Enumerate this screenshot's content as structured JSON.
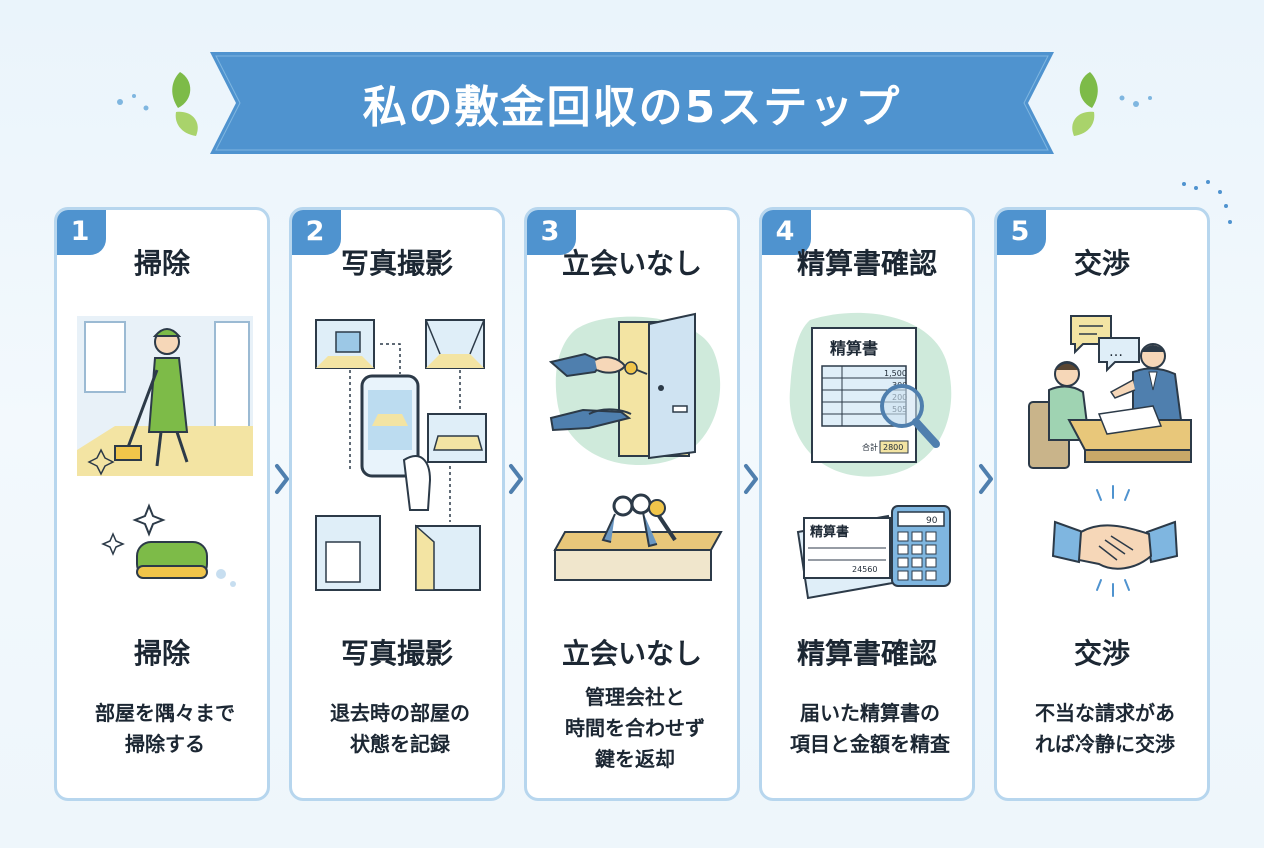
{
  "banner": {
    "title": "私の敷金回収の5ステップ"
  },
  "colors": {
    "accent": "#4f93cf",
    "card_border": "#b7d6ee",
    "leaf": "#7dbb48",
    "sand": "#f3e4a3",
    "mint": "#cfeadb"
  },
  "steps": [
    {
      "number": "1",
      "title": "掃除",
      "subtitle": "掃除",
      "description": "部屋を隅々まで\n掃除する",
      "icon": "cleaning-illustration"
    },
    {
      "number": "2",
      "title": "写真撮影",
      "subtitle": "写真撮影",
      "description": "退去時の部屋の\n状態を記録",
      "icon": "photo-illustration"
    },
    {
      "number": "3",
      "title": "立会いなし",
      "subtitle": "立会いなし",
      "description": "管理会社と\n時間を合わせず\n鍵を返却",
      "icon": "key-return-illustration"
    },
    {
      "number": "4",
      "title": "精算書確認",
      "subtitle": "精算書確認",
      "description": "届いた精算書の\n項目と金額を精査",
      "icon": "statement-illustration",
      "statement_label": "精算書",
      "total_label": "合計",
      "total_value": "2800",
      "rows": [
        "1,500",
        "300",
        "200",
        "505"
      ],
      "calc_display": "90",
      "paper_value": "24560"
    },
    {
      "number": "5",
      "title": "交渉",
      "subtitle": "交渉",
      "description": "不当な請求があ\nれば冷静に交渉",
      "icon": "negotiation-illustration",
      "bubble2": "…"
    }
  ]
}
